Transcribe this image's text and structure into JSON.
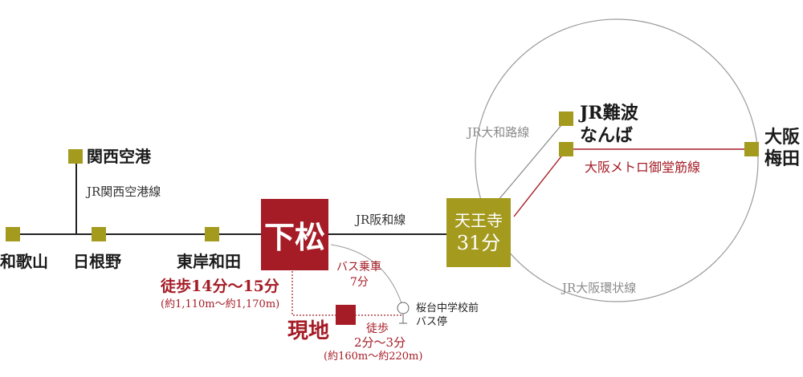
{
  "colors": {
    "station_marker": "#a39a1e",
    "accent_red": "#a51c26",
    "line_dark": "#222222",
    "line_gray": "#9a9a9a"
  },
  "stations": {
    "wakayama": "和歌山",
    "hineno": "日根野",
    "higashikishiwada": "東岸和田",
    "kansai_airport": "関西空港",
    "shimomatsu": "下松",
    "tennoji_name": "天王寺",
    "tennoji_time": "31分",
    "jr_namba": "JR難波",
    "namba": "なんば",
    "osaka": "大阪",
    "umeda": "梅田"
  },
  "lines": {
    "kansai_airport_line": "JR関西空港線",
    "hanwa_line": "JR阪和線",
    "yamatoji_line": "JR大和路線",
    "midosuji_line": "大阪メトロ御堂筋線",
    "osaka_loop_line": "JR大阪環状線"
  },
  "site": {
    "label": "現地",
    "walk_from_station": "徒歩14分〜15分",
    "walk_from_station_dist": "(約1,110m〜約1,170m)",
    "bus_ride": "バス乗車",
    "bus_ride_time": "7分",
    "bus_stop_name": "桜台中学校前",
    "bus_stop_label": "バス停",
    "walk_from_bus": "徒歩",
    "walk_from_bus_time": "2分〜3分",
    "walk_from_bus_dist": "(約160m〜約220m)"
  }
}
